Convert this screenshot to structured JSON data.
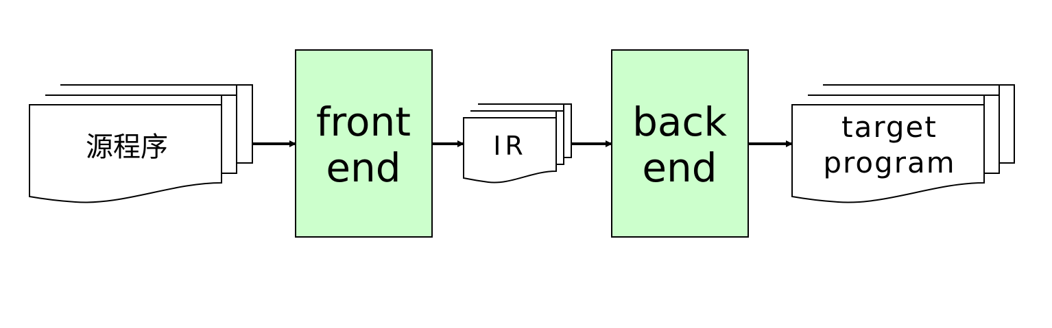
{
  "diagram": {
    "nodes": {
      "source": {
        "label": "源程序",
        "kind": "document-stack"
      },
      "front_end": {
        "line1": "front",
        "line2": "end",
        "kind": "process",
        "fill": "#ccffcc"
      },
      "ir": {
        "label": "IR",
        "kind": "document-stack"
      },
      "back_end": {
        "line1": "back",
        "line2": "end",
        "kind": "process",
        "fill": "#ccffcc"
      },
      "target": {
        "line1": "target",
        "line2": "program",
        "kind": "document-stack"
      }
    },
    "edges": [
      {
        "from": "source",
        "to": "front_end"
      },
      {
        "from": "front_end",
        "to": "ir"
      },
      {
        "from": "ir",
        "to": "back_end"
      },
      {
        "from": "back_end",
        "to": "target"
      }
    ],
    "colors": {
      "process_fill": "#ccffcc",
      "document_fill": "#ffffff",
      "stroke": "#000000"
    }
  }
}
